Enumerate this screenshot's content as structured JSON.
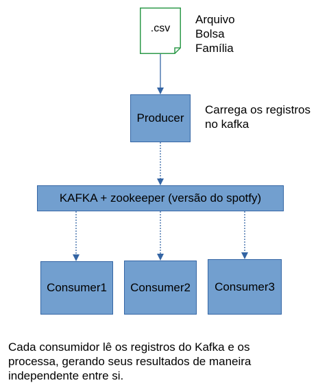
{
  "file": {
    "label": ".csv",
    "note": "Arquivo\nBolsa\nFamília"
  },
  "producer": {
    "label": "Producer",
    "note": "Carrega os registros\nno kafka"
  },
  "broker": {
    "label": "KAFKA + zookeeper (versão do spotfy)"
  },
  "consumers": [
    {
      "label": "Consumer1"
    },
    {
      "label": "Consumer2"
    },
    {
      "label": "Consumer3"
    }
  ],
  "footer": {
    "text": "Cada consumidor lê os registros do Kafka e os\nprocessa, gerando seus resultados de maneira\nindependente entre si."
  },
  "colors": {
    "box_fill": "#729fcf",
    "box_border": "#3465a4",
    "connector": "#3465a4",
    "file_border": "#2e9a4a"
  }
}
